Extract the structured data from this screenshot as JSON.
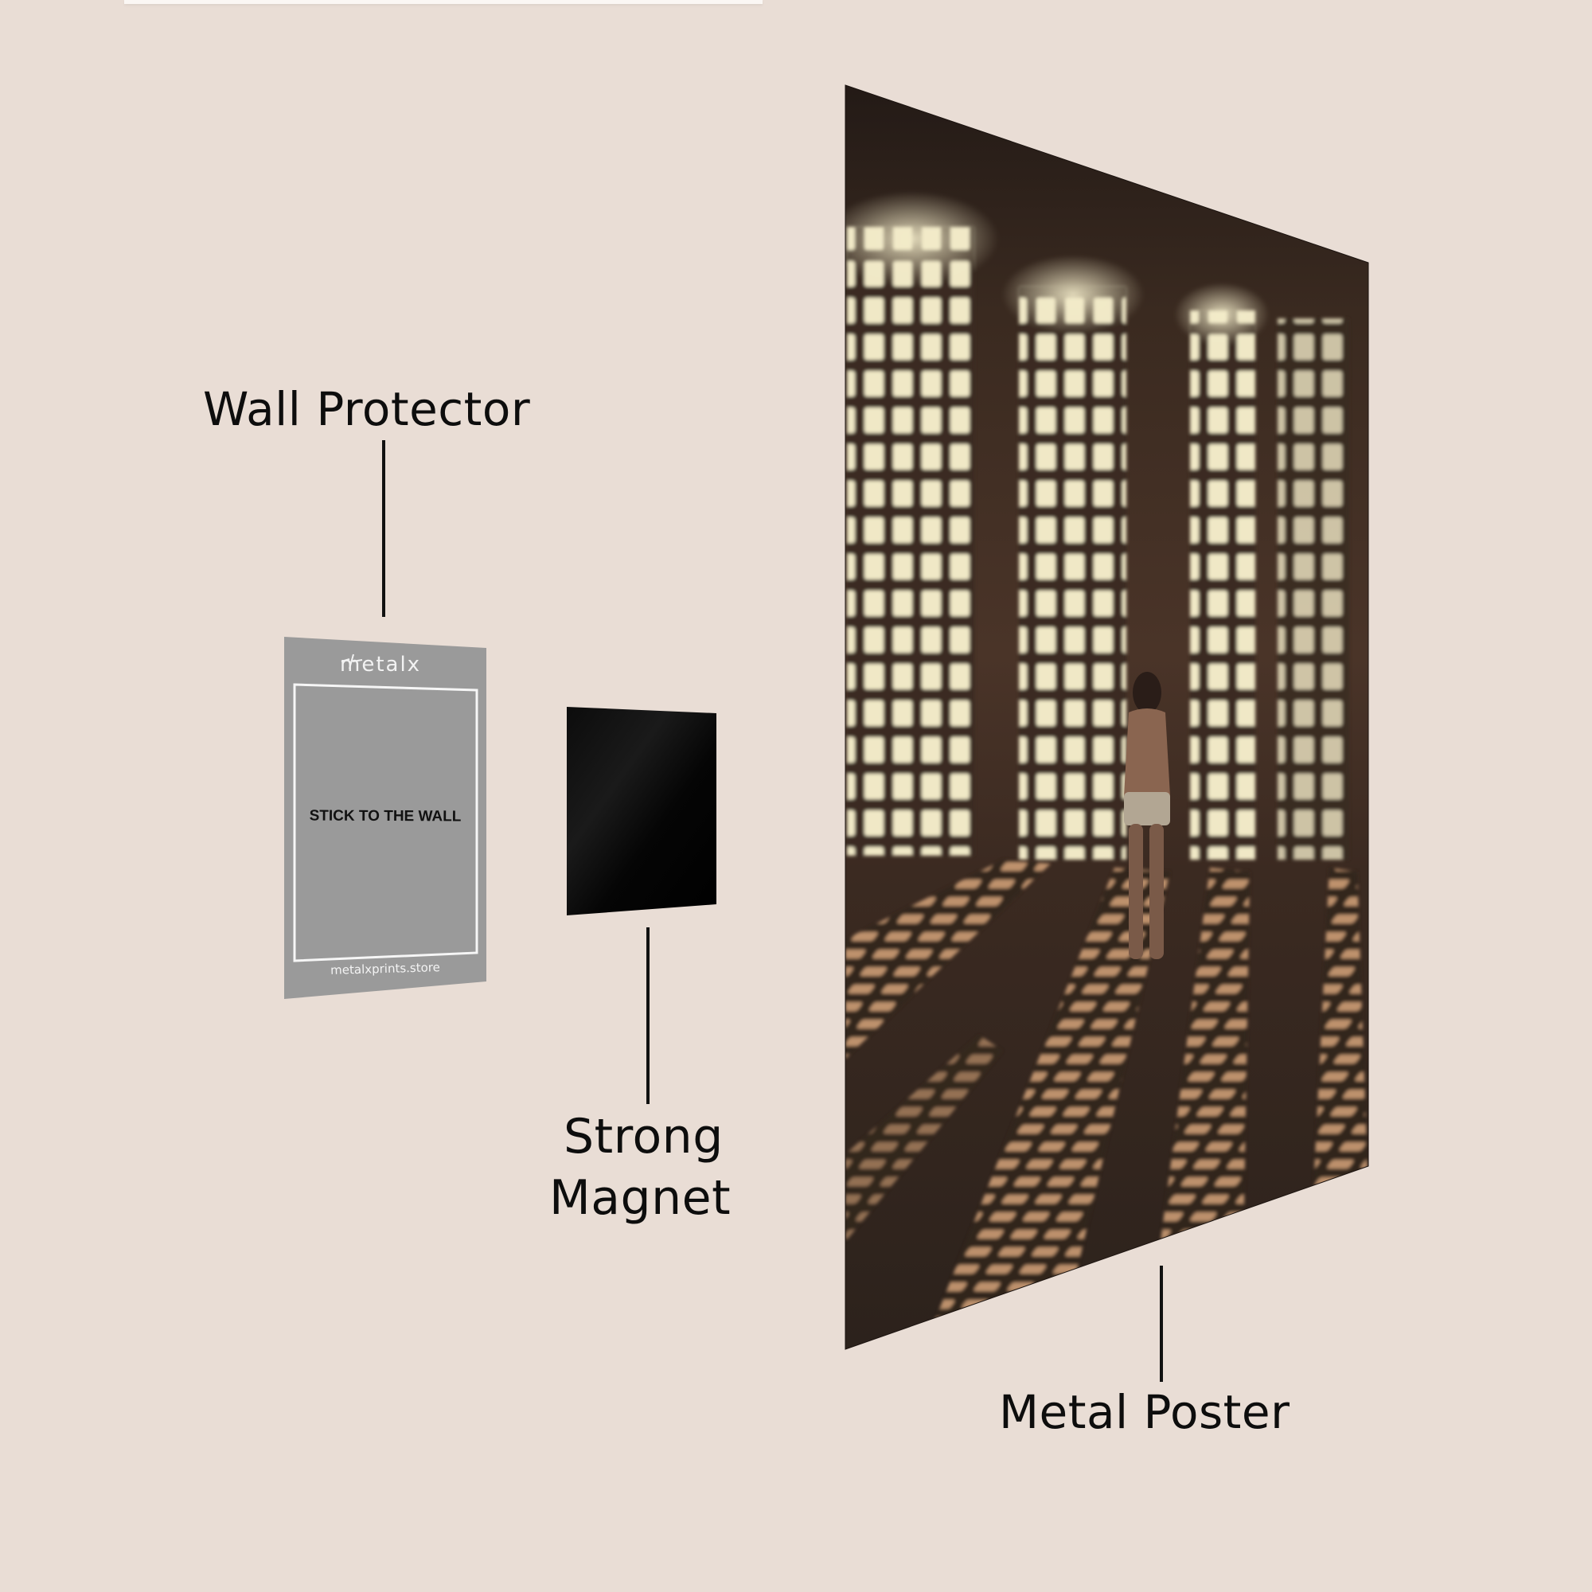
{
  "background_color": "#e9ddd5",
  "labels": {
    "wall_protector": "Wall Protector",
    "strong_magnet_line1": "Strong",
    "strong_magnet_line2": "Magnet",
    "metal_poster": "Metal Poster"
  },
  "wall_protector": {
    "brand": "metalx",
    "brand_icon": "metalx-logo-icon",
    "instruction": "STICK TO THE WALL",
    "website": "metalxprints.store",
    "color": "#9a9a9a"
  },
  "magnet": {
    "color": "#050505"
  },
  "poster": {
    "subject": "figure standing in sunlit hall with latticed windows",
    "tones": {
      "shadow": "#2b211b",
      "light": "#efe7c4",
      "floor_light": "#d9a67a"
    }
  }
}
